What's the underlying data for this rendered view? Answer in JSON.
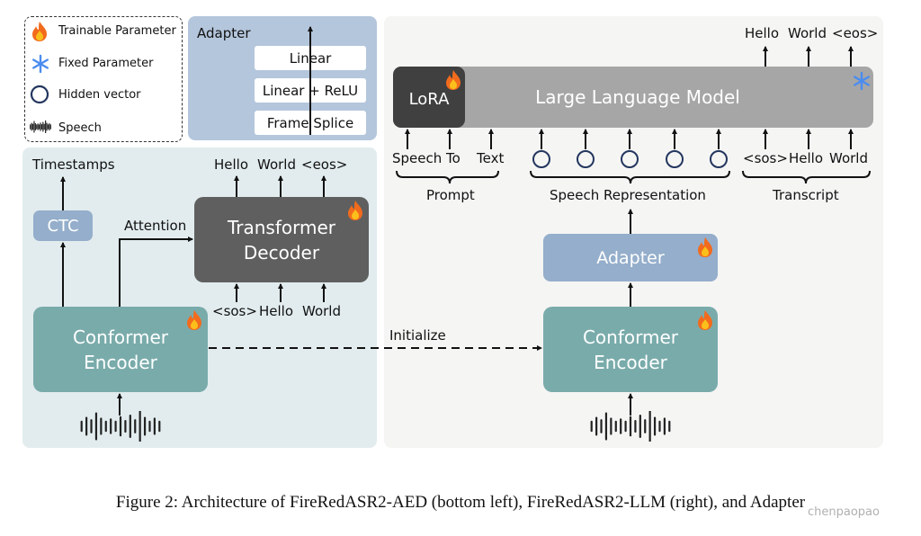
{
  "figure": {
    "caption": "Figure 2: Architecture of FireRedASR2-AED (bottom left), FireRedASR2-LLM (right), and Adapter",
    "watermark": "chenpaopao"
  },
  "legend": {
    "items": [
      {
        "icon": "flame-icon",
        "label": "Trainable Parameter"
      },
      {
        "icon": "snowflake-icon",
        "label": "Fixed Parameter"
      },
      {
        "icon": "circle-icon",
        "label": "Hidden vector"
      },
      {
        "icon": "waveform-icon",
        "label": "Speech"
      }
    ]
  },
  "adapter_detail": {
    "title": "Adapter",
    "layers": [
      "Linear",
      "Linear + ReLU",
      "Frame Splice"
    ]
  },
  "aed": {
    "timestamps_label": "Timestamps",
    "ctc_label": "CTC",
    "attention_label": "Attention",
    "decoder_label_line1": "Transformer",
    "decoder_label_line2": "Decoder",
    "decoder_outputs": [
      "Hello",
      "World",
      "<eos>"
    ],
    "decoder_inputs": [
      "<sos>",
      "Hello",
      "World"
    ],
    "encoder_label_line1": "Conformer",
    "encoder_label_line2": "Encoder"
  },
  "initialize_label": "Initialize",
  "llm": {
    "outputs": [
      "Hello",
      "World",
      "<eos>"
    ],
    "lora_label": "LoRA",
    "llm_label": "Large Language Model",
    "prompt_tokens": [
      "Speech",
      "To",
      "Text"
    ],
    "prompt_group": "Prompt",
    "speech_group": "Speech Representation",
    "transcript_tokens": [
      "<sos>",
      "Hello",
      "World"
    ],
    "transcript_group": "Transcript",
    "adapter_label": "Adapter",
    "encoder_label_line1": "Conformer",
    "encoder_label_line2": "Encoder"
  },
  "colors": {
    "encoder_teal": "#7aabab",
    "adapter_blue": "#94aecb",
    "decoder_dark": "#5f5f5f",
    "lora_dark": "#404040",
    "llm_gray": "#a6a6a6",
    "left_panel_bg": "#e2ecee",
    "right_panel_bg": "#f5f5f4",
    "adapter_panel_bg": "#b4c6dc",
    "hidden_vector_stroke": "#23365e",
    "snowflake_blue": "#4a8cf0"
  }
}
